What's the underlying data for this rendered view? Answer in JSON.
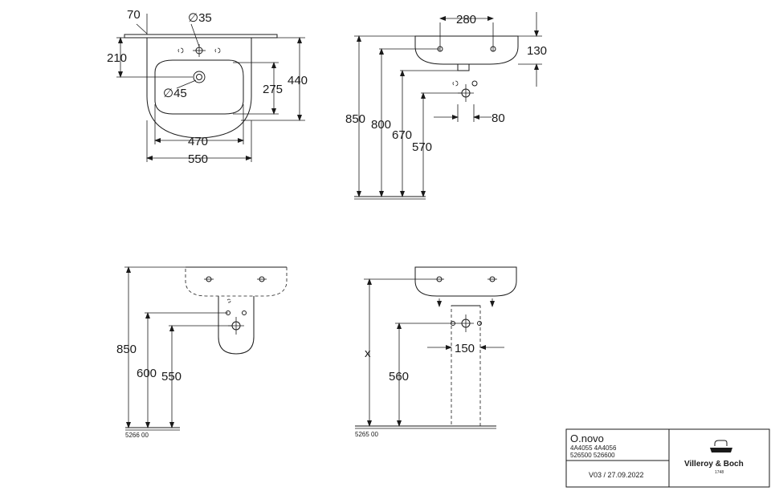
{
  "top_view": {
    "dim_70": "70",
    "dim_d35": "∅35",
    "dim_210": "210",
    "dim_440": "440",
    "dim_275": "275",
    "dim_d45": "∅45",
    "dim_470": "470",
    "dim_550": "550"
  },
  "side_view": {
    "dim_280": "280",
    "dim_130": "130",
    "dim_850": "850",
    "dim_800": "800",
    "dim_670": "670",
    "dim_570": "570",
    "dim_80": "80"
  },
  "semi_pedestal_view": {
    "dim_850": "850",
    "dim_600": "600",
    "dim_550": "550",
    "code": "5266 00"
  },
  "pedestal_view": {
    "dim_x": "x",
    "dim_560": "560",
    "dim_150": "150",
    "code": "5265 00"
  },
  "title_block": {
    "product": "O.novo",
    "codes_line1": "4A4055 4A4056",
    "codes_line2": "526500 526600",
    "version": "V03 / 27.09.2022",
    "brand": "Villeroy & Boch",
    "brand_year": "1748"
  }
}
